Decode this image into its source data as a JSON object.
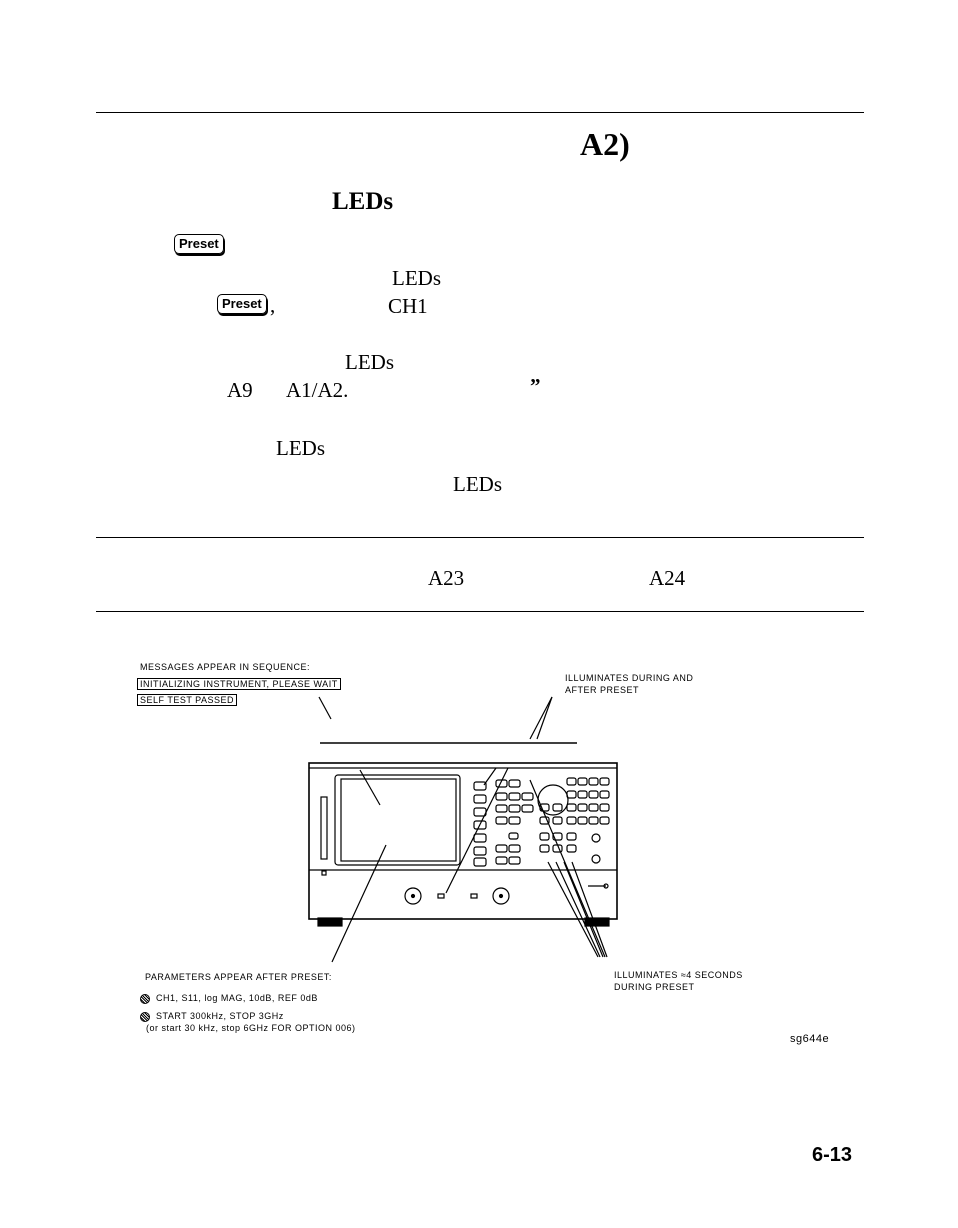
{
  "heading": {
    "title_fragment": "A2)"
  },
  "subheading": {
    "fragment": "LEDs"
  },
  "body": {
    "preset_key_1": "Preset",
    "leds_1": "LEDs",
    "preset_key_2": "Preset",
    "ch1": "CH1",
    "leds_2": "LEDs",
    "a9": "A9",
    "a1a2": "A1/A2.",
    "quote": "”",
    "leds_3": "LEDs",
    "leds_4": "LEDs"
  },
  "table": {
    "a23": "A23",
    "a24": "A24"
  },
  "figure": {
    "messages_header": "MESSAGES APPEAR IN SEQUENCE:",
    "message_1": "INITIALIZING INSTRUMENT, PLEASE WAIT",
    "message_2": "SELF TEST PASSED",
    "illum_after_line1": "ILLUMINATES DURING AND",
    "illum_after_line2": "AFTER PRESET",
    "params_header": "PARAMETERS APPEAR AFTER PRESET:",
    "param_1": "CH1, S11, log MAG, 10dB, REF 0dB",
    "param_2": "START 300kHz, STOP 3GHz",
    "param_3": "(or start 30 kHz, stop 6GHz FOR OPTION 006)",
    "illum_4s_line1": "ILLUMINATES ≈4 SECONDS",
    "illum_4s_line2": "DURING PRESET",
    "figure_id": "sg644e"
  },
  "page_number": "6-13"
}
